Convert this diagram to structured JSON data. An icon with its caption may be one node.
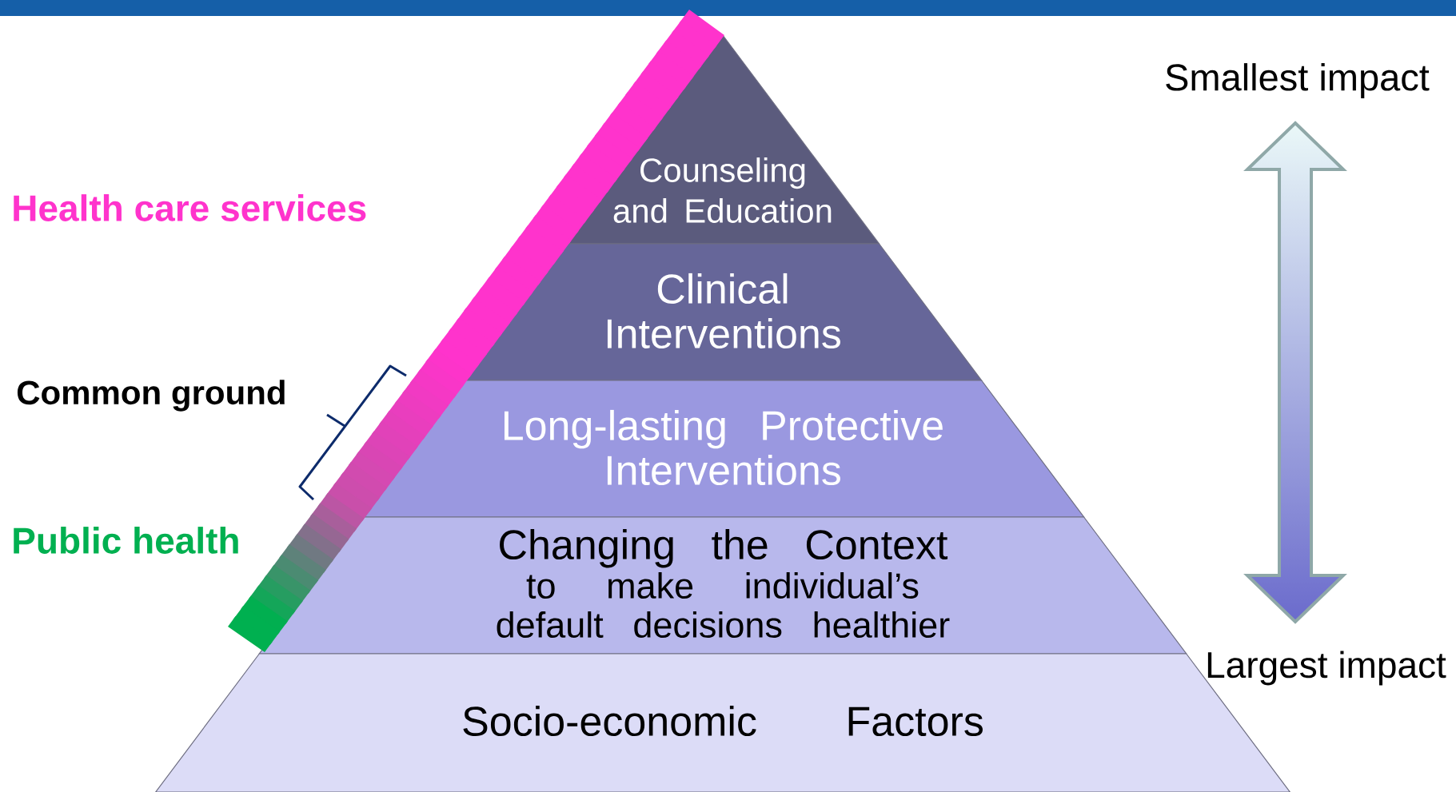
{
  "diagram": {
    "nodes": [
      {
        "text": [
          "Counseling and Education"
        ]
      },
      {
        "text": [
          "Clinical Interventions"
        ]
      },
      {
        "text": [
          "Long-lasting Protective Interventions"
        ]
      },
      {
        "text": [
          "Changing the Context",
          "to make individual’s default decisions healthier"
        ]
      },
      {
        "text": [
          "Socio-economic Factors"
        ]
      }
    ],
    "labels": [
      "Smallest impact",
      "Health care services",
      "Common ground",
      "Public health",
      "Largest impact"
    ]
  }
}
